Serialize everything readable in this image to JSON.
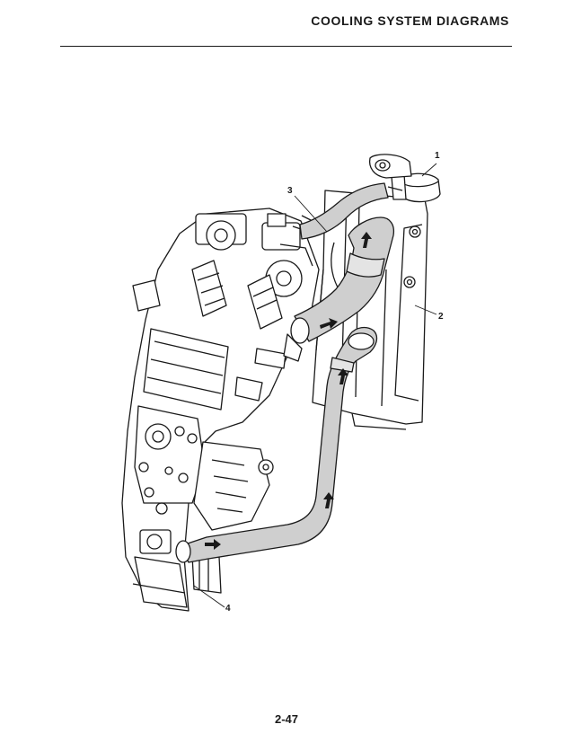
{
  "header": {
    "title": "COOLING SYSTEM DIAGRAMS"
  },
  "diagram": {
    "callouts": [
      {
        "label": "1",
        "part": "radiator-cap"
      },
      {
        "label": "2",
        "part": "radiator"
      },
      {
        "label": "3",
        "part": "radiator-inlet-hose"
      },
      {
        "label": "4",
        "part": "water-pump"
      }
    ],
    "colors": {
      "hose": "#cfcfcf",
      "line": "#1a1a1a",
      "paper": "#ffffff"
    }
  },
  "footer": {
    "page_number": "2-47"
  }
}
